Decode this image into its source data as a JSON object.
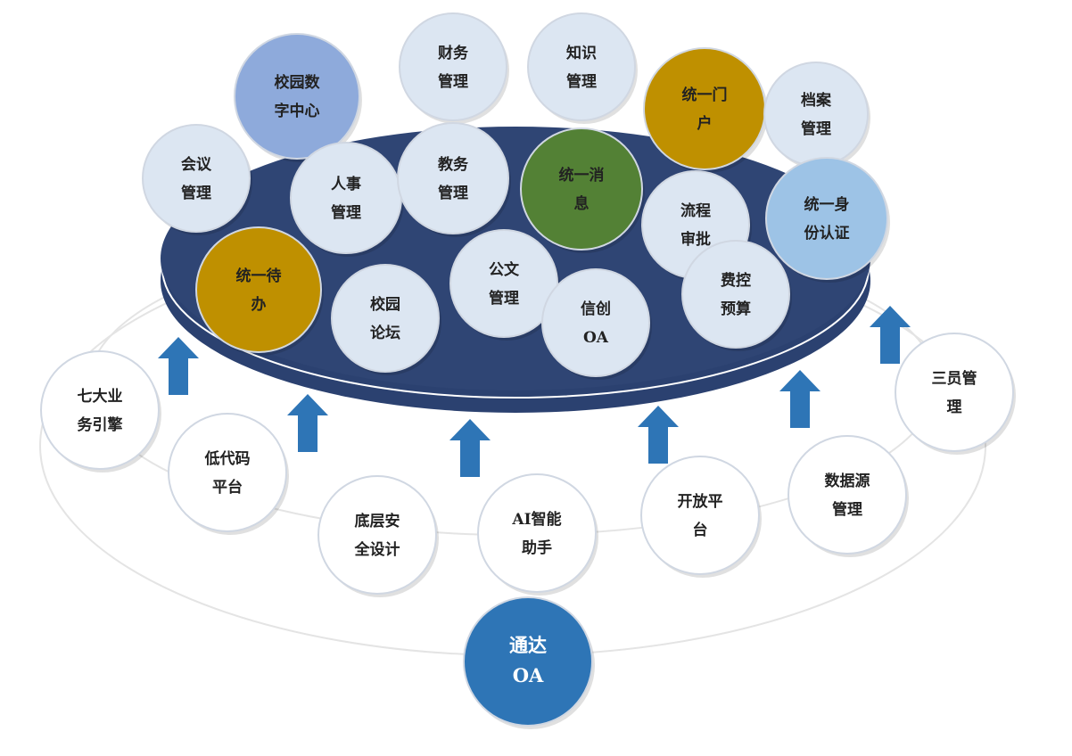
{
  "colors": {
    "platform": "#2f4574",
    "light": "#dce6f2",
    "gold": "#bf9000",
    "green": "#538135",
    "periwinkle": "#8eaadb",
    "skyblue": "#9dc3e6",
    "arrow": "#2e75b6",
    "core": "#2e75b6",
    "white": "#ffffff"
  },
  "apps": [
    {
      "lines": [
        "校园数",
        "字中心"
      ],
      "color": "periwinkle"
    },
    {
      "lines": [
        "财务",
        "管理"
      ],
      "color": "light"
    },
    {
      "lines": [
        "知识",
        "管理"
      ],
      "color": "light"
    },
    {
      "lines": [
        "统一门",
        "户"
      ],
      "color": "gold"
    },
    {
      "lines": [
        "档案",
        "管理"
      ],
      "color": "light"
    },
    {
      "lines": [
        "会议",
        "管理"
      ],
      "color": "light"
    },
    {
      "lines": [
        "人事",
        "管理"
      ],
      "color": "light"
    },
    {
      "lines": [
        "教务",
        "管理"
      ],
      "color": "light"
    },
    {
      "lines": [
        "统一消",
        "息"
      ],
      "color": "green"
    },
    {
      "lines": [
        "流程",
        "审批"
      ],
      "color": "light"
    },
    {
      "lines": [
        "统一身",
        "份认证"
      ],
      "color": "skyblue"
    },
    {
      "lines": [
        "统一待",
        "办"
      ],
      "color": "gold"
    },
    {
      "lines": [
        "校园",
        "论坛"
      ],
      "color": "light"
    },
    {
      "lines": [
        "公文",
        "管理"
      ],
      "color": "light"
    },
    {
      "lines": [
        "信创",
        "OA"
      ],
      "color": "light"
    },
    {
      "lines": [
        "费控",
        "预算"
      ],
      "color": "light"
    }
  ],
  "foundation": [
    {
      "lines": [
        "七大业",
        "务引擎"
      ]
    },
    {
      "lines": [
        "低代码",
        "平台"
      ]
    },
    {
      "lines": [
        "底层安",
        "全设计"
      ]
    },
    {
      "lines": [
        "AI智能",
        "助手"
      ]
    },
    {
      "lines": [
        "开放平",
        "台"
      ]
    },
    {
      "lines": [
        "数据源",
        "管理"
      ]
    },
    {
      "lines": [
        "三员管",
        "理"
      ]
    }
  ],
  "core": {
    "lines": [
      "通达",
      "OA"
    ]
  }
}
